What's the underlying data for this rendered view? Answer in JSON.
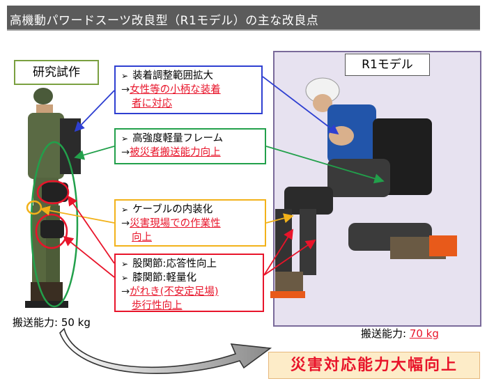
{
  "title": "高機動パワードスーツ改良型（R1モデル）の主な改良点",
  "labels": {
    "prototype": "研究試作",
    "r1_model": "R1モデル"
  },
  "callouts": {
    "blue": {
      "item": "装着調整範囲拡大",
      "note_line1": "女性等の小柄な装着",
      "note_line2": "者に対応",
      "color": "#2e3fd1"
    },
    "green": {
      "item": "高強度軽量フレーム",
      "note": "被災者搬送能力向上",
      "color": "#22a04b"
    },
    "yellow": {
      "item": "ケーブルの内装化",
      "note_line1": "災害現場での作業性",
      "note_line2": "向上",
      "color": "#f2b21a"
    },
    "red": {
      "item1": "股関節:応答性向上",
      "item2": "膝関節:軽量化",
      "note_line1": "がれき(不安定足場)",
      "note_line2": "歩行性向上",
      "color": "#e8142a"
    }
  },
  "arrow_glyph": "→",
  "capacity": {
    "prototype": "搬送能力: 50 kg",
    "r1_label": "搬送能力: ",
    "r1_value": "70 kg"
  },
  "result": "災害対応能力大幅向上",
  "colors": {
    "title_bar": "#5b5b5b",
    "r1_panel": "#e7e2f0",
    "result_bg": "#fdecc8",
    "emphasis": "#e8142a"
  }
}
